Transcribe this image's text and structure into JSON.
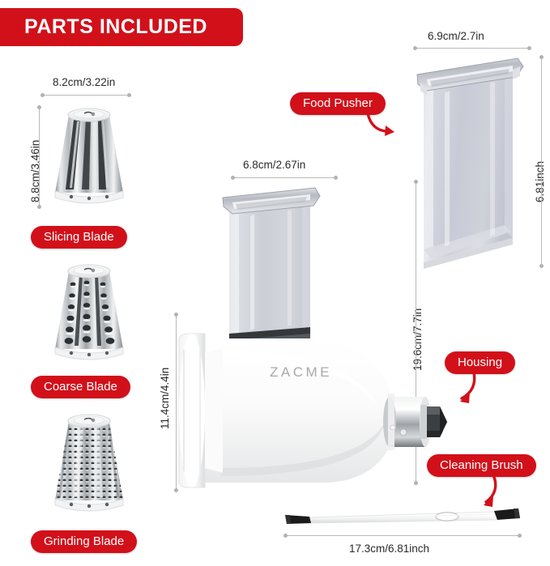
{
  "banner": {
    "title": "PARTS INCLUDED"
  },
  "brand": {
    "logo_text": "ZACME"
  },
  "parts": [
    {
      "key": "slicing_blade",
      "label": "Slicing Blade",
      "width_dim": "8.2cm/3.22in",
      "height_dim": "8.8cm/3.46in",
      "drum_style": "slots"
    },
    {
      "key": "coarse_blade",
      "label": "Coarse Blade",
      "drum_style": "oval-holes"
    },
    {
      "key": "grinding_blade",
      "label": "Grinding Blade",
      "drum_style": "fine-holes"
    },
    {
      "key": "food_pusher",
      "label": "Food Pusher",
      "width_dim": "6.9cm/2.7in",
      "height_dim": "6.81inch"
    },
    {
      "key": "housing",
      "label": "Housing",
      "hopper_width_dim": "6.8cm/2.67in",
      "body_height_dim": "11.4cm/4.4in",
      "total_height_dim": "19.6cm/7.7in"
    },
    {
      "key": "cleaning_brush",
      "label": "Cleaning Brush",
      "length_dim": "17.3cm/6.81inch"
    }
  ],
  "colors": {
    "brand_red": "#D2101A",
    "banner_text": "#FFFFFF",
    "dimension_line": "#B9B9B9",
    "dimension_text": "#2A2A2A",
    "background": "#FFFFFF"
  }
}
